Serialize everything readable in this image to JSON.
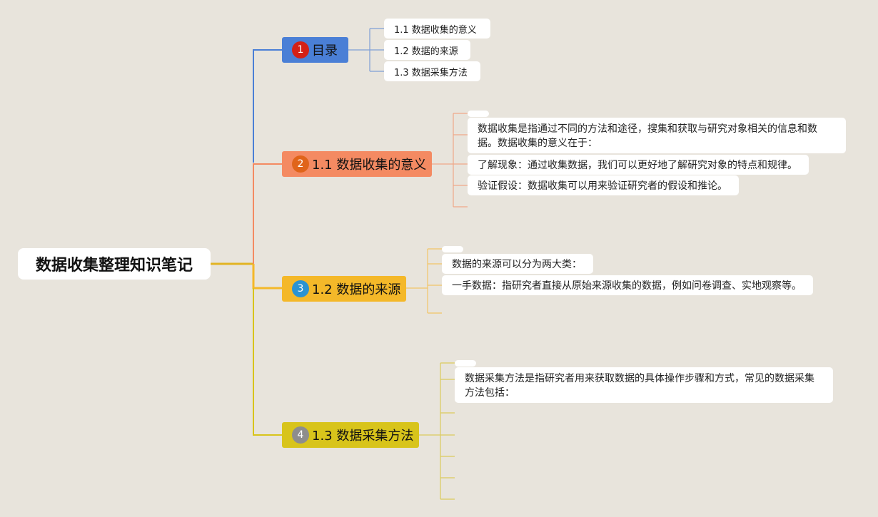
{
  "colors": {
    "background": "#e8e4dc",
    "toc": "#4a7fd6",
    "section_1_1": "#f48a62",
    "section_1_2": "#f4b829",
    "section_1_3": "#d8c41b",
    "num_1": "#d42016",
    "num_2": "#e0641a",
    "num_3": "#2a93d2",
    "num_4": "#8d8d8d"
  },
  "root": {
    "title": "数据收集整理知识笔记"
  },
  "branches": [
    {
      "number": "1",
      "label": "目录",
      "children": [
        "1.1 数据收集的意义",
        "1.2 数据的来源",
        "1.3 数据采集方法"
      ]
    },
    {
      "number": "2",
      "label": "1.1 数据收集的意义",
      "children": [
        "",
        "数据收集是指通过不同的方法和途径，搜集和获取与研究对象相关的信息和数据。数据收集的意义在于：",
        "了解现象：通过收集数据，我们可以更好地了解研究对象的特点和规律。",
        "验证假设：数据收集可以用来验证研究者的假设和推论。"
      ]
    },
    {
      "number": "3",
      "label": "1.2 数据的来源",
      "children": [
        "",
        "数据的来源可以分为两大类：",
        "一手数据：指研究者直接从原始来源收集的数据，例如问卷调查、实地观察等。"
      ]
    },
    {
      "number": "4",
      "label": "1.3 数据采集方法",
      "children": [
        "",
        "数据采集方法是指研究者用来获取数据的具体操作步骤和方式，常见的数据采集方法包括："
      ]
    }
  ]
}
